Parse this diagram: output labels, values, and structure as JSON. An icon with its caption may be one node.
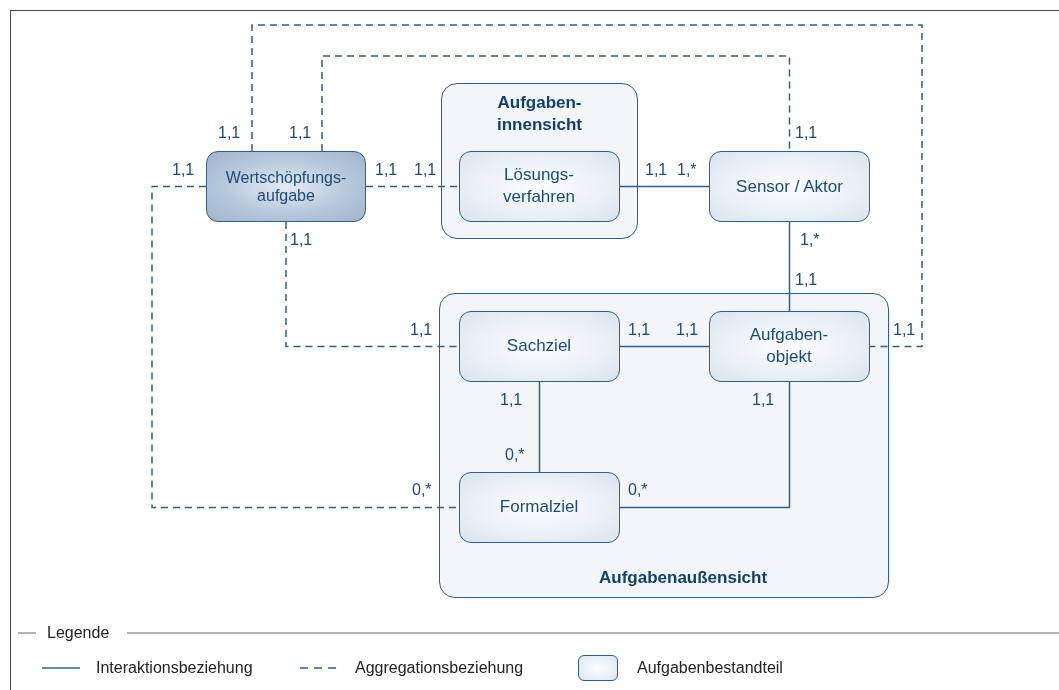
{
  "diagram": {
    "nodes": [
      {
        "text": [
          "Wertschöpfungs- aufgabe"
        ]
      },
      {
        "text": [
          "Aufgaben- innensicht"
        ]
      },
      {
        "text": [
          "Lösungs- verfahren"
        ],
        "in": 1
      },
      {
        "text": [
          "Sensor / Aktor"
        ]
      },
      {
        "text": [
          "Aufgabenaußensicht"
        ]
      },
      {
        "text": [
          "Sachziel"
        ],
        "in": 4
      },
      {
        "text": [
          "Aufgaben- objekt"
        ],
        "in": 4
      },
      {
        "text": [
          "Formalziel"
        ],
        "in": 4
      }
    ],
    "edges": [
      {
        "from": 0,
        "to": 2,
        "arrow": "none",
        "style": "dashed"
      },
      {
        "from": 2,
        "to": 3,
        "arrow": "none"
      },
      {
        "from": 0,
        "to": 3,
        "arrow": "none",
        "style": "dashed"
      },
      {
        "from": 0,
        "to": 6,
        "arrow": "none",
        "style": "dashed"
      },
      {
        "from": 0,
        "to": 5,
        "arrow": "none",
        "style": "dashed"
      },
      {
        "from": 0,
        "to": 7,
        "arrow": "none",
        "style": "dashed"
      },
      {
        "from": 3,
        "to": 6,
        "arrow": "none"
      },
      {
        "from": 5,
        "to": 6,
        "arrow": "none"
      },
      {
        "from": 5,
        "to": 7,
        "arrow": "none"
      },
      {
        "from": 6,
        "to": 7,
        "arrow": "none"
      }
    ],
    "labels": [
      "1,1",
      "1,1",
      "1,1",
      "1,1",
      "1,1",
      "1,1",
      "1,1",
      "1,*",
      "1,1",
      "1,*",
      "1,1",
      "1,1",
      "1,1",
      "1,1",
      "1,1",
      "1,1",
      "1,1",
      "0,*",
      "0,*",
      "0,*",
      "Legende"
    ],
    "legend": [
      {
        "text": "Interaktionsbeziehung"
      },
      {
        "text": "Aggregationsbeziehung"
      },
      {
        "text": "Aufgabenbestandteil"
      }
    ]
  }
}
